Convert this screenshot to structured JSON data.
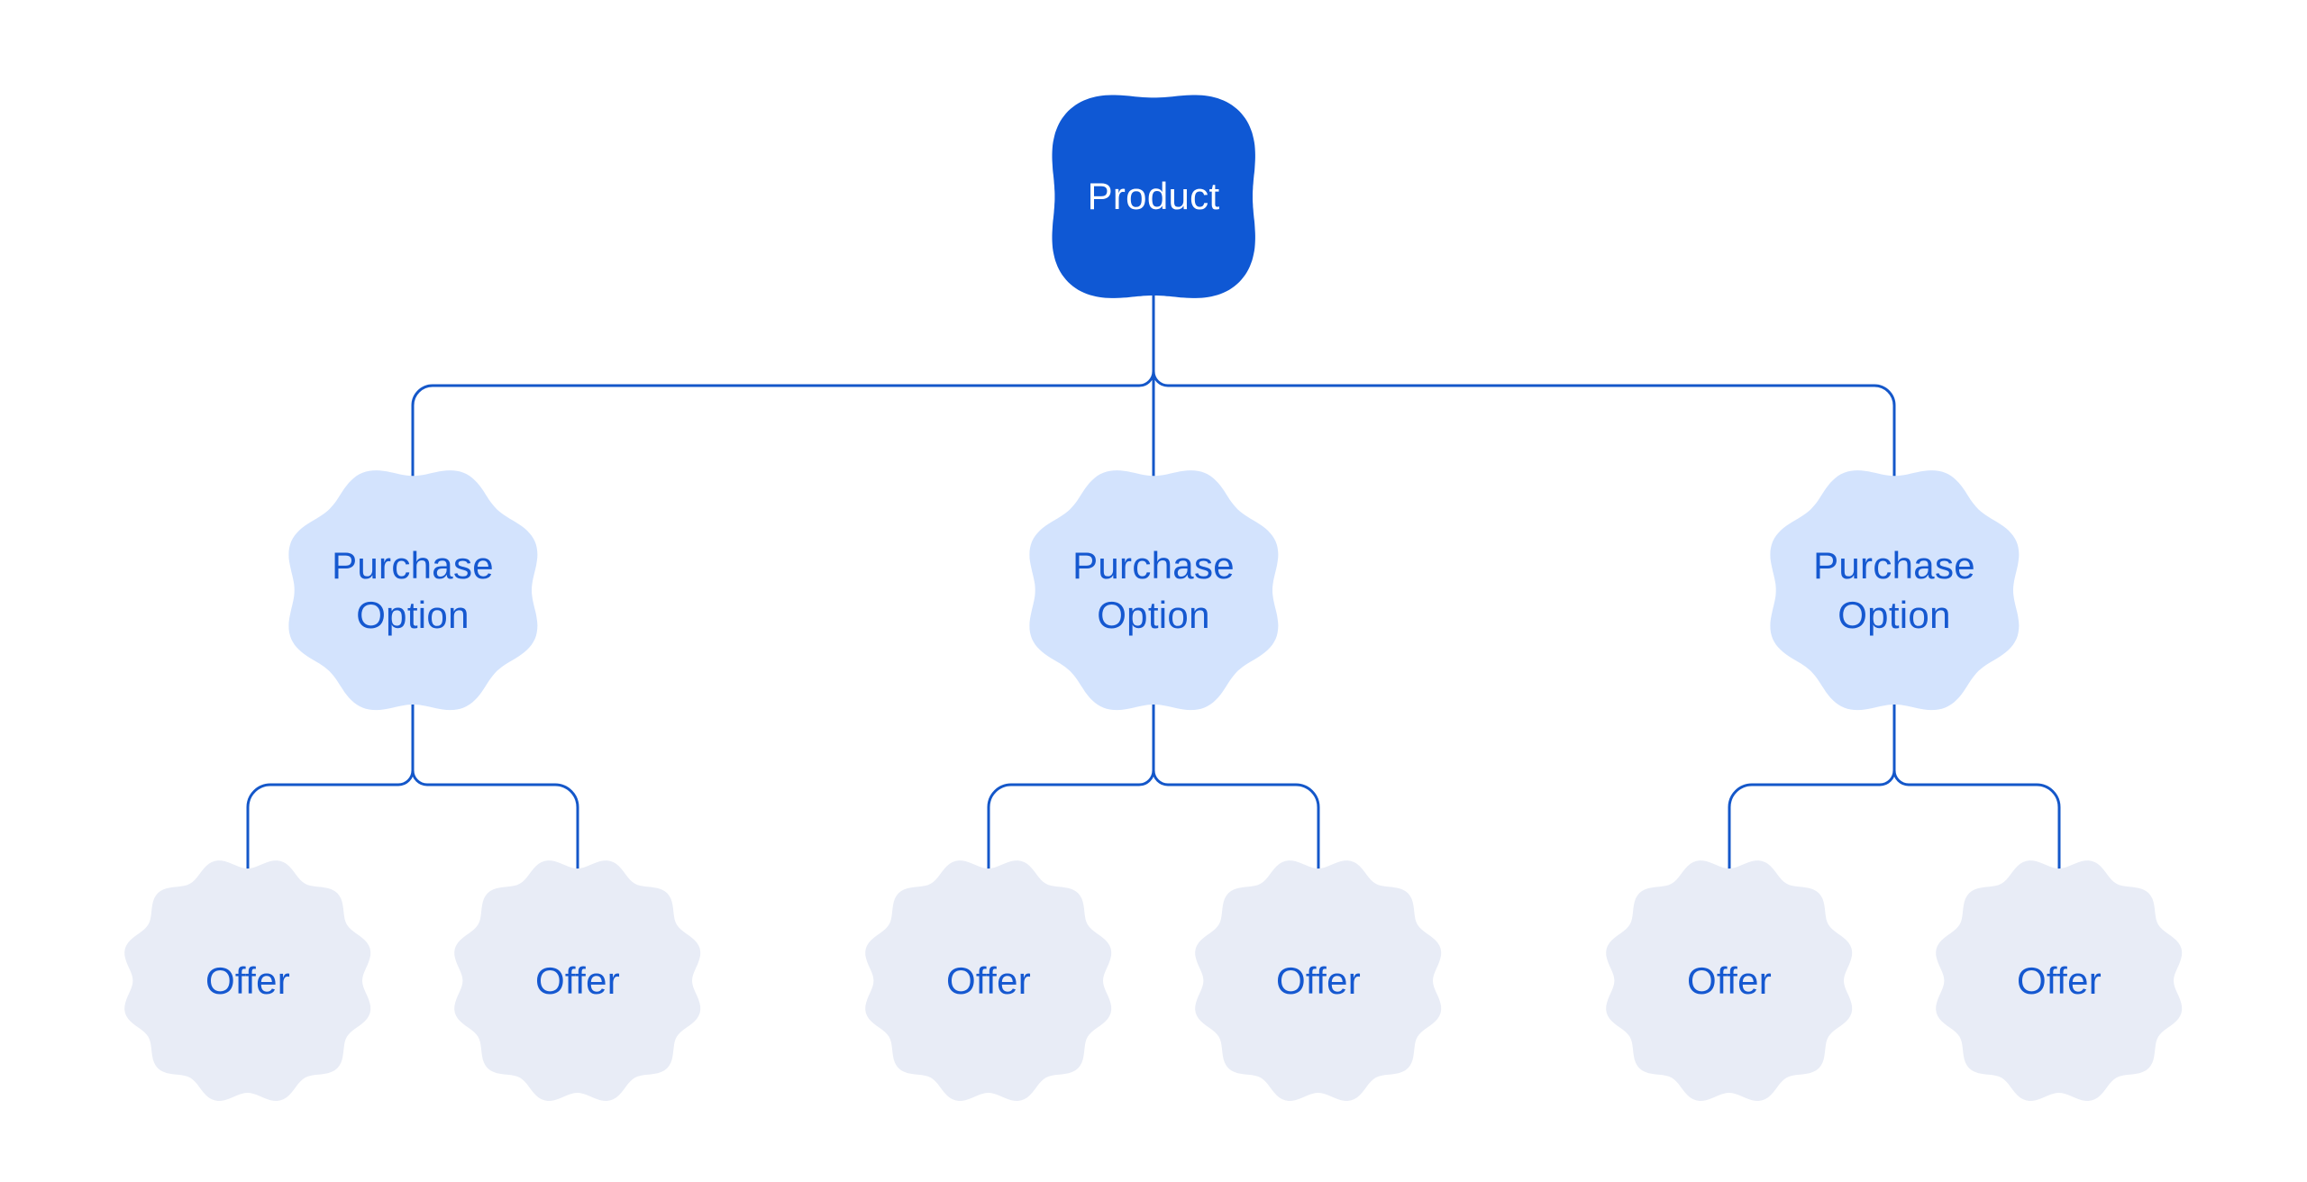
{
  "diagram": {
    "root": {
      "label": "Product"
    },
    "purchase_options": [
      {
        "label": "Purchase Option"
      },
      {
        "label": "Purchase Option"
      },
      {
        "label": "Purchase Option"
      }
    ],
    "offers": [
      {
        "label": "Offer"
      },
      {
        "label": "Offer"
      },
      {
        "label": "Offer"
      },
      {
        "label": "Offer"
      },
      {
        "label": "Offer"
      },
      {
        "label": "Offer"
      }
    ],
    "colors": {
      "background": "#ffffff",
      "root_fill": "#0f58d4",
      "root_text": "#ffffff",
      "option_fill": "#d3e3fd",
      "offer_fill": "#e8ecf6",
      "node_text": "#1558d0",
      "connector": "#1457c9"
    }
  }
}
